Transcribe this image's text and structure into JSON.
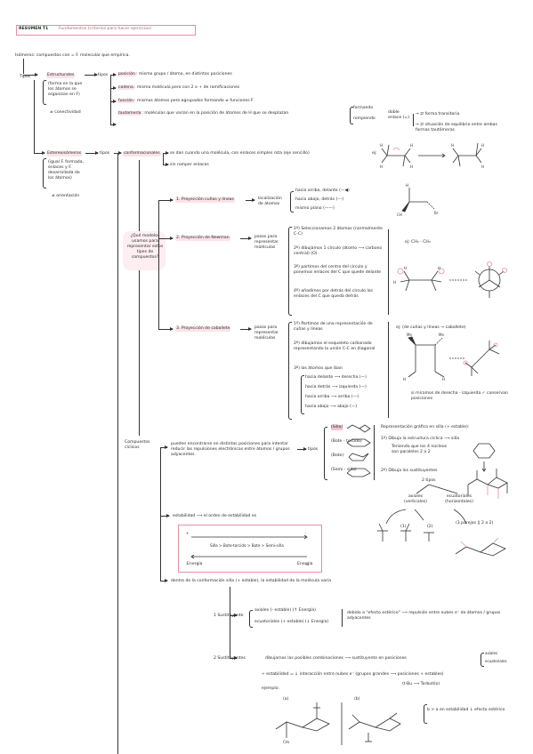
{
  "header": {
    "title": "RESUMEN T1",
    "subtitle": "Fundamentos (criterios para hacer ejercicios)"
  },
  "intro": {
    "text": "Isómeros: compuestos con = F. molecular que empírica."
  },
  "tipos_label": "Tipos",
  "estructurales": {
    "label": "Estructurales",
    "desc": "(forma en la que los átomos se organizan en F)",
    "sub": "≠ conectividad",
    "tipos": "tipos",
    "items": [
      {
        "key": "posición",
        "text": ": mismo grupo / átomo, en distintas posiciones"
      },
      {
        "key": "cadena",
        "text": ": misma molécula pero con 2 o + de ramificaciones"
      },
      {
        "key": "función",
        "text": ": mismos átomos pero agrupados formando ≠ funciones F"
      },
      {
        "key": "tautomería",
        "text": ": moléculas que varían en la posición de átomos de H que se desplazan"
      }
    ],
    "taut_a": "formando",
    "taut_b": "rompiendo",
    "taut_c": "doble enlace (=)",
    "taut_r1": "→ ⇄ forma transitoria",
    "taut_r2": "→ ⇄ situación de equilibrio entre ambas formas tautómeras"
  },
  "estereoisomeros": {
    "label": "Estereoisómeros",
    "desc": "(igual F. formada, enlaces y F. desarrollada de los átomos)",
    "sub": "≠ orientación",
    "tipos": "tipos",
    "conformacionales": "conformacionales",
    "conf_desc1": "se dan cuando una molécula, con enlaces simples rota (eje sencillo)",
    "conf_desc2": "sin romper enlaces",
    "example_label": "ej:",
    "question": "¿Qué modelos usamos para representar estos tipos de compuestos?"
  },
  "proyecciones": [
    {
      "title": "1. Proyección cuñas y líneas",
      "desc": "localización de átomos",
      "items": [
        "hacia arriba, delante (—◀)",
        "hacia abajo, detrás (---)",
        "mismo plano (——)"
      ]
    },
    {
      "title": "2. Proyección de Newman",
      "desc": "pasos para representar moléculas",
      "example": "ej: CH₃ - CH₃",
      "items": [
        "1º) Seleccionamos 2 átomos (normalmente C-C)",
        "2º) dibujamos 1 círculo (átomo ⟶ carbono central) (O)",
        "3º) partimos del centro del círculo y ponemos enlaces del C que quede delante",
        "4º) añadimos por detrás del círculo los enlaces del C que queda detrás"
      ]
    },
    {
      "title": "3. Proyección de caballete",
      "desc": "pasos para representar moléculas",
      "example": "ej: (de cuñas y líneas → caballete)",
      "items": [
        "1º) Partimos de una representación de cuñas y líneas",
        "2º) dibujamos el esqueleto carbonado representando la unión C-C en diagonal",
        "3º) los átomos que iban"
      ],
      "dirs": [
        "hacia delante ⟶ derecha (—)",
        "hacia detrás ⟶ izquierda (—)",
        "hacia arriba ⟶ arriba (—)",
        "hacia abajo ⟶ abajo (—)"
      ],
      "note": "si miramos de derecha - izquierda ✓ conservan posiciones"
    }
  ],
  "ciclicos": {
    "label": "Compuestos cíclicos",
    "text": "pueden encontrarse en distintas posiciones para intentar reducir las repulsiones electrónicas entre átomos / grupos adyacentes",
    "tipos": "tipos",
    "shapes": [
      "(Silla)",
      "(Bote - torcido)",
      "(Bote)",
      "(Semi - silla)"
    ],
    "silla_title": "Representación gráfica en silla (+ estable):",
    "silla_steps": [
      "1º) Dibuja la estructura cíclica ⟶ silla",
      "Teniendo que los 4 núcleos son paralelos 2 a 2",
      "2º) Dibuja los sustituyentes"
    ],
    "dos_tipos": "2 tipos",
    "axiales": "axiales (verticales)",
    "ecuatoriales": "ecuatoriales (horizontales)",
    "lbl_a": "(1)",
    "lbl_b": "(2)",
    "lbl_c": "(3 parejas || 2 a 2)",
    "estabilidad": "estabilidad ⟶ el orden de estabilidad es",
    "orden": "Silla > Bote-torcido > Bote > Semi-silla",
    "energia": "Energía",
    "dentro": "dentro de la conformación silla (+ estable), la estabilidad de la molécula varía",
    "sust1": "1 Sustituyente",
    "axiales_e": "axiales (- estable) (↑ Energía)",
    "ecuatoriales_e": "ecuatoriales (+ estable) (↓ Energía)",
    "debido": "debido a \"efecto estérico\" ⟶ repulsión entre nubes e⁻ de átomos / grupos adyacentes",
    "sust2": "2 Sustituyentes",
    "sust2_desc": "dibujamos las posibles combinaciones ⟶ sustituyente en posiciones",
    "posiciones": [
      "axiales",
      "ecuatoriales"
    ],
    "sust2_note": "+ estabilidad = ↓ interacción entre nubes e⁻ (grupos grandes ⟶ posiciones + estables)",
    "terbutil": "(t-Bu ⟶ Terbutilo)",
    "ejemplo": "ejemplo:",
    "ej_a": "(a)",
    "ej_b": "(b)",
    "conclusion": "b > a en estabilidad ↓ efecto estérico"
  }
}
